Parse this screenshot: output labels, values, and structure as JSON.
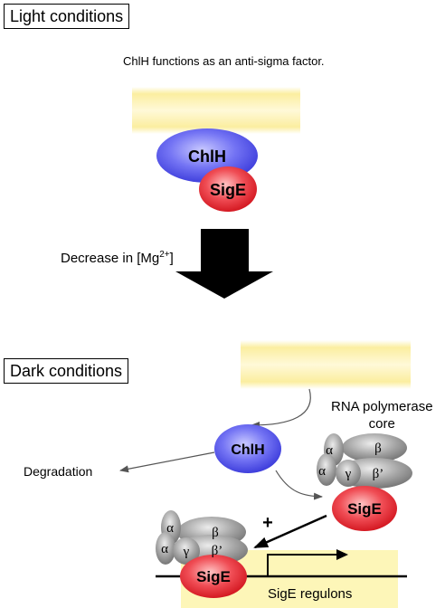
{
  "light": {
    "box_label": "Light conditions",
    "caption": "ChlH functions as an anti-sigma factor.",
    "chlh_label": "ChlH",
    "sige_label": "SigE"
  },
  "transition": {
    "label_prefix": "Decrease in [Mg",
    "label_sup": "2+",
    "label_suffix": "]"
  },
  "dark": {
    "box_label": "Dark conditions",
    "rnap_label_line1": "RNA polymerase",
    "rnap_label_line2": "core",
    "chlh_label": "ChlH",
    "degradation_label": "Degradation",
    "sige_label_right": "SigE",
    "sige_label_bottom": "SigE",
    "plus_sign": "+",
    "regulons_label": "SigE regulons",
    "subunits": {
      "alpha": "α",
      "beta": "β",
      "gamma": "γ",
      "beta_prime": "β’"
    }
  },
  "colors": {
    "chlh_fill": "#5b5cf0",
    "sige_fill": "#ee2b36",
    "membrane_fill": "#fbf1a8",
    "rnap_fill": "#9a9a9a",
    "regulon_bg": "#fdf6b8"
  }
}
